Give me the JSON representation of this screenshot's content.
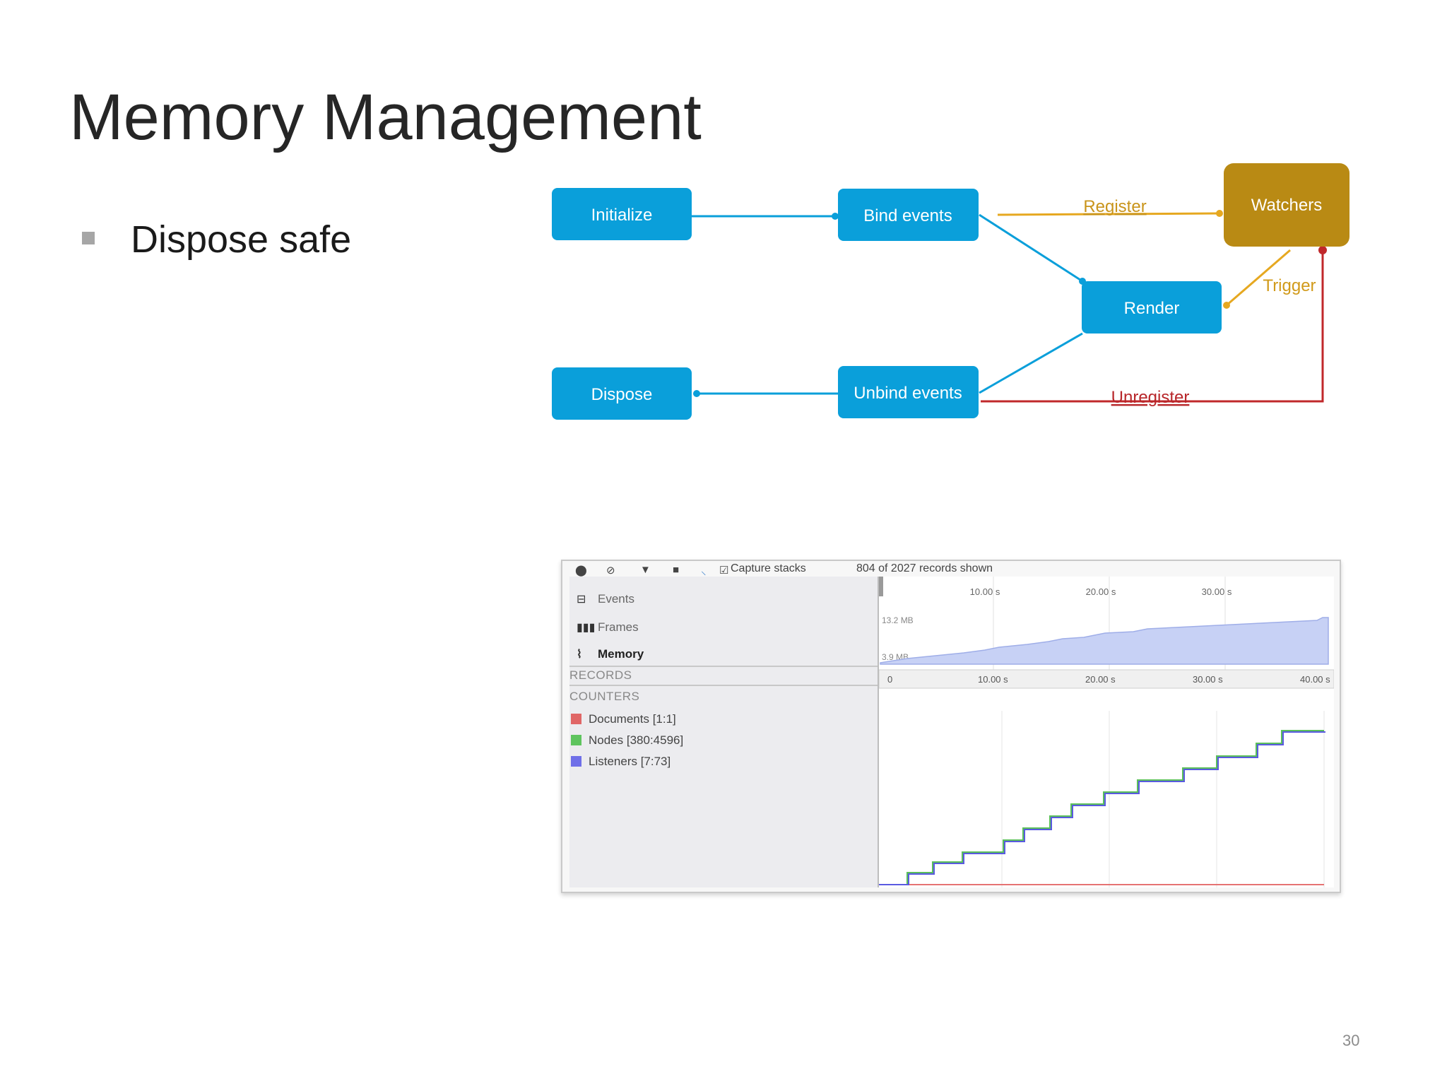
{
  "slide": {
    "title": "Memory Management",
    "bullet": "Dispose safe",
    "page_number": "30"
  },
  "diagram": {
    "colors": {
      "node": "#0a9fda",
      "watchers": "#b98a14",
      "register": "#e6a820",
      "unregister": "#c0282b"
    },
    "nodes": {
      "initialize": "Initialize",
      "bind_events": "Bind events",
      "watchers": "Watchers",
      "render": "Render",
      "dispose": "Dispose",
      "unbind_events": "Unbind events"
    },
    "edge_labels": {
      "register": "Register",
      "trigger": "Trigger",
      "unregister": "Unregister"
    }
  },
  "devtools": {
    "toolbar": {
      "capture_stacks": "Capture stacks",
      "records_shown": "804 of 2027 records shown"
    },
    "timeline_items": [
      {
        "label": "Events",
        "icon": "events-icon"
      },
      {
        "label": "Frames",
        "icon": "frames-icon"
      },
      {
        "label": "Memory",
        "icon": "memory-icon"
      }
    ],
    "overview_ticks": [
      "10.00 s",
      "20.00 s",
      "30.00 s"
    ],
    "memory_labels": {
      "max": "13.2 MB",
      "min": "3.9 MB"
    },
    "ruler_ticks": [
      "0",
      "10.00 s",
      "20.00 s",
      "30.00 s",
      "40.00 s"
    ],
    "sections": {
      "records": "RECORDS",
      "counters": "COUNTERS"
    },
    "counters": [
      {
        "label": "Documents [1:1]",
        "color": "#e06666"
      },
      {
        "label": "Nodes [380:4596]",
        "color": "#5ec45e"
      },
      {
        "label": "Listeners [7:73]",
        "color": "#6f6fe8"
      }
    ]
  }
}
